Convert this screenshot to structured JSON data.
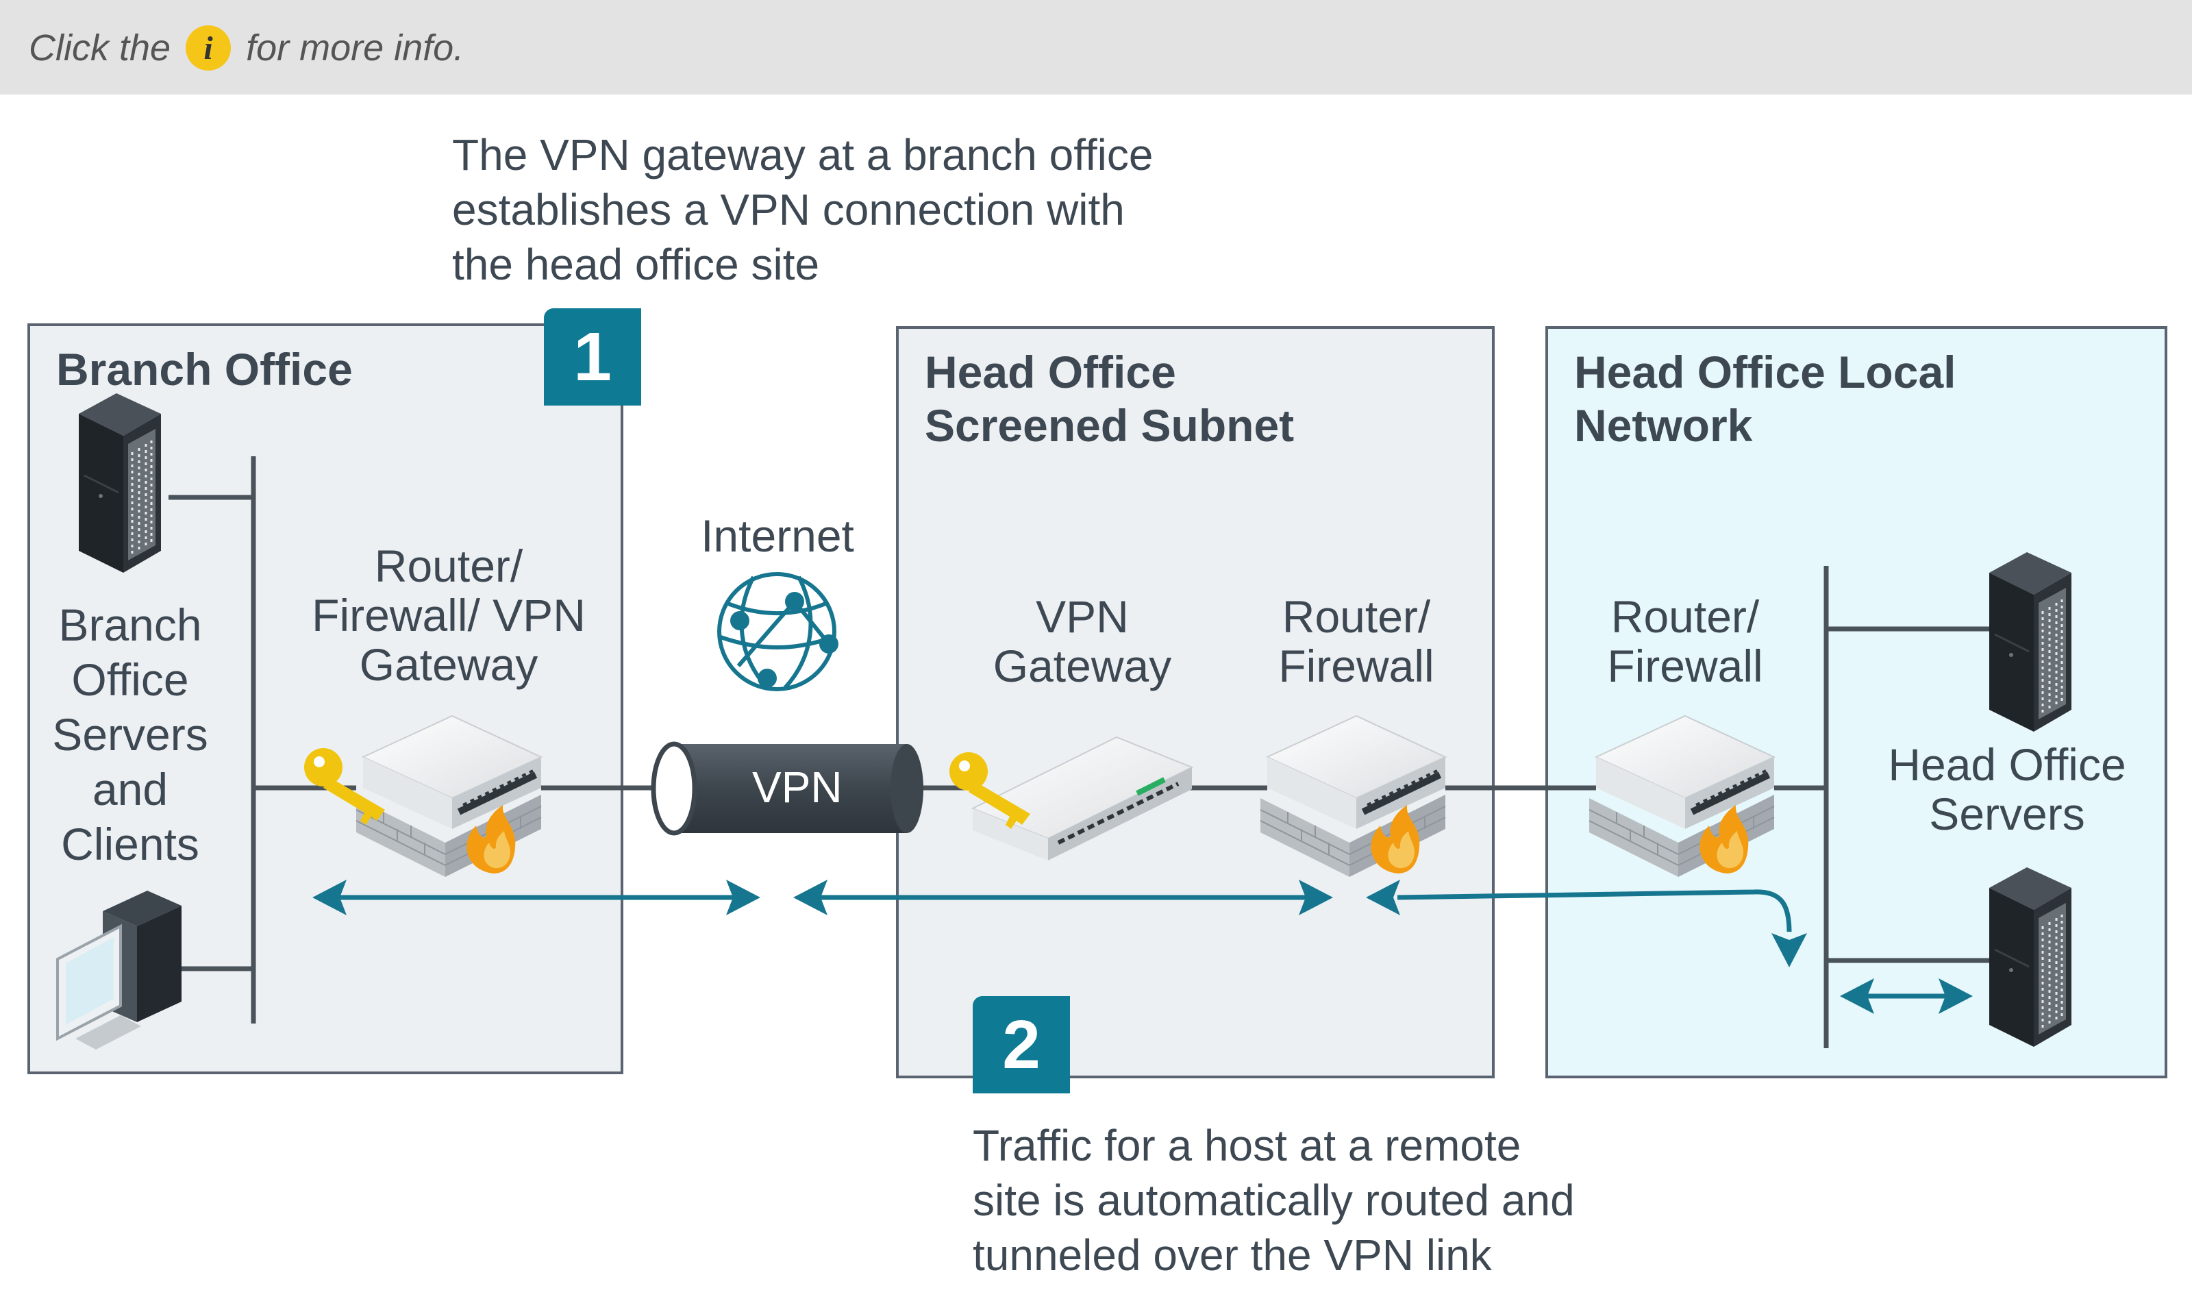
{
  "header": {
    "hint_before": "Click the",
    "hint_icon": "i",
    "hint_after": "for more info."
  },
  "callouts": {
    "step1_number": "1",
    "step1_text": "The VPN gateway at a branch office\nestablishes a VPN connection with\nthe head office site",
    "step2_number": "2",
    "step2_text": "Traffic for a host at a remote\nsite is automatically routed and\ntunneled over the VPN link"
  },
  "zones": {
    "branch": {
      "title": "Branch Office"
    },
    "screened": {
      "title": "Head Office\nScreened Subnet"
    },
    "local": {
      "title": "Head Office Local\nNetwork"
    }
  },
  "labels": {
    "branch_servers": "Branch\nOffice\nServers\nand\nClients",
    "branch_router": "Router/\nFirewall/ VPN\nGateway",
    "internet": "Internet",
    "vpn_tunnel": "VPN",
    "vpn_gateway": "VPN\nGateway",
    "router_firewall_screened": "Router/\nFirewall",
    "router_firewall_local": "Router/\nFirewall",
    "head_office_servers": "Head Office\nServers"
  },
  "colors": {
    "accent": "#0f7a94",
    "arrow": "#17768f",
    "line": "#4a525a",
    "key": "#f1c40f",
    "flame": "#f39c12",
    "info_icon": "#f5c518",
    "local_zone_bg": "#e6f8fb",
    "zone_bg": "#edf0f3"
  }
}
